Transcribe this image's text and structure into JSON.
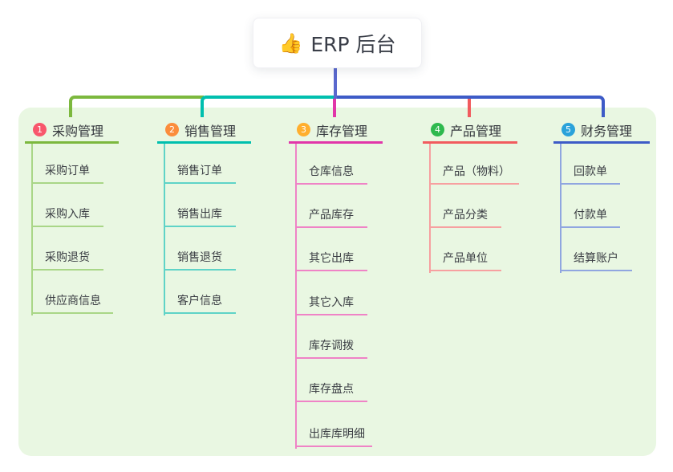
{
  "root": {
    "icon": "👍",
    "title": "ERP 后台"
  },
  "panel_bg": "#e9f7e2",
  "root_connector_color": "#5a68ce",
  "branches": [
    {
      "num": "1",
      "title": "采购管理",
      "color": "#7cb83e",
      "light": "#a9d687",
      "badge": "#f8576c",
      "children": [
        "采购订单",
        "采购入库",
        "采购退货",
        "供应商信息"
      ]
    },
    {
      "num": "2",
      "title": "销售管理",
      "color": "#00bfae",
      "light": "#5fd3c7",
      "badge": "#fb8d3c",
      "children": [
        "销售订单",
        "销售出库",
        "销售退货",
        "客户信息"
      ]
    },
    {
      "num": "3",
      "title": "库存管理",
      "color": "#e136a9",
      "light": "#ef83c6",
      "badge": "#ffaf2e",
      "children": [
        "仓库信息",
        "产品库存",
        "其它出库",
        "其它入库",
        "库存调拨",
        "库存盘点",
        "出库库明细"
      ]
    },
    {
      "num": "4",
      "title": "产品管理",
      "color": "#f15b5e",
      "light": "#f7a0a0",
      "badge": "#2eb94e",
      "children": [
        "产品（物料）",
        "产品分类",
        "产品单位"
      ]
    },
    {
      "num": "5",
      "title": "财务管理",
      "color": "#3d5bc7",
      "light": "#90a6e0",
      "badge": "#2aa2da",
      "children": [
        "回款单",
        "付款单",
        "结算账户"
      ]
    }
  ]
}
